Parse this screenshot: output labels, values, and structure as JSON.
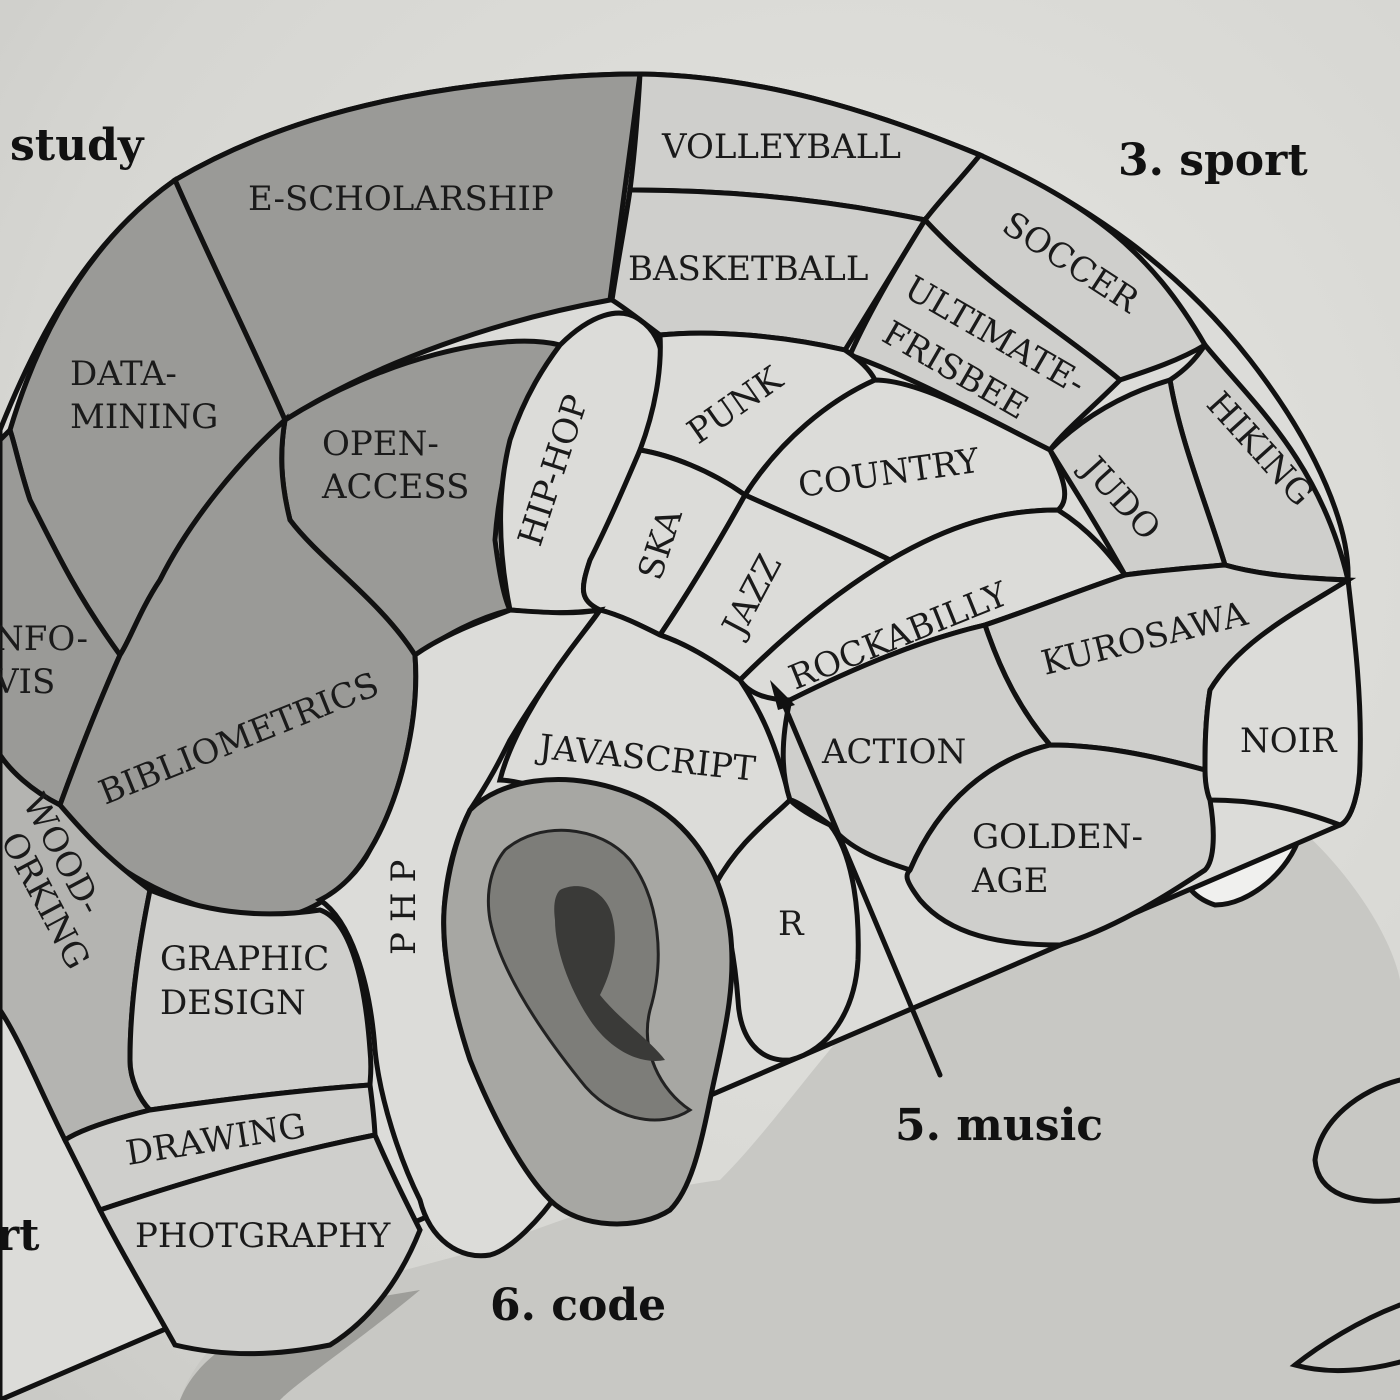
{
  "categories": {
    "study": "study",
    "sport": "3. sport",
    "music": "5. music",
    "code": "6. code",
    "art_partial": "rt"
  },
  "regions": {
    "e_scholarship": "E-SCHOLARSHIP",
    "volleyball": "VOLLEYBALL",
    "basketball": "BASKETBALL",
    "soccer": "SOCCER",
    "ultimate_1": "ULTIMATE-",
    "ultimate_2": "FRISBEE",
    "data_mining_1": "DATA-",
    "data_mining_2": "MINING",
    "open_access_1": "OPEN-",
    "open_access_2": "ACCESS",
    "hip_hop": "HIP-HOP",
    "punk": "PUNK",
    "country": "COUNTRY",
    "hiking": "HIKING",
    "judo": "JUDO",
    "ska": "SKA",
    "jazz": "JAZZ",
    "rockabilly": "ROCKABILLY",
    "kurosawa": "KUROSAWA",
    "info_vis_1": "NFO-",
    "info_vis_2": "VIS",
    "bibliometrics": "BIBLIOMETRICS",
    "javascript": "JAVASCRIPT",
    "action": "ACTION",
    "noir": "NOIR",
    "woodworking_1": "WOOD-",
    "woodworking_2": "ORKING",
    "php": "PHP",
    "golden_age_1": "GOLDEN-",
    "golden_age_2": "AGE",
    "r": "R",
    "graphic_design_1": "GRAPHIC",
    "graphic_design_2": "DESIGN",
    "drawing": "DRAWING",
    "photgraphy": "PHOTGRAPHY"
  }
}
